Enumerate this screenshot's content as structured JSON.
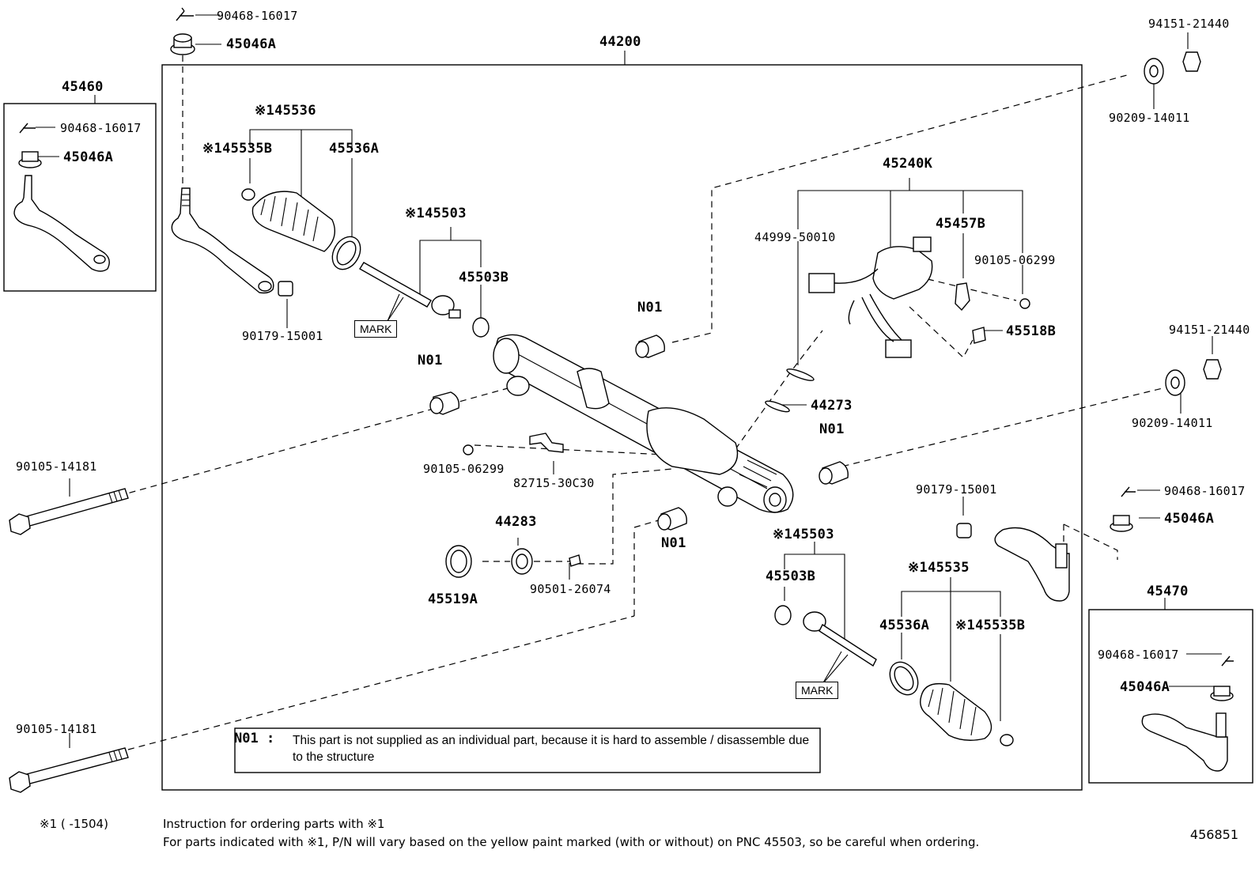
{
  "labels": {
    "main_assembly": "44200",
    "tie_rod_end_lh_box": "45460",
    "tie_rod_end_rh_box": "45470",
    "pin_top": "90468-16017",
    "nut_top": "45046A",
    "pin_box_lh": "90468-16017",
    "nut_box_lh": "45046A",
    "boot_kit_lh": "※145536",
    "clamp_lh": "※145535B",
    "clip_lh": "45536A",
    "rack_end_lh": "※145503",
    "washer_lh": "45503B",
    "bushing_lh": "90179-15001",
    "n01_a": "N01",
    "n01_b": "N01",
    "n01_c": "N01",
    "n01_d": "N01",
    "bolt_lh_upper": "90105-14181",
    "bolt_lh_lower": "90105-14181",
    "bolt_small": "90105-06299",
    "clamp_8271": "82715-30C30",
    "plug_44283": "44283",
    "seal_45519": "45519A",
    "screw_90501": "90501-26074",
    "motor_assembly": "45240K",
    "oring_44999": "44999-50010",
    "bracket_45457": "45457B",
    "screw_90105": "90105-06299",
    "bolt_45518": "45518B",
    "oring_44273": "44273",
    "nut_rh_upper": "94151-21440",
    "washer_rh_upper": "90209-14011",
    "nut_rh_mid": "94151-21440",
    "washer_rh_mid": "90209-14011",
    "bushing_rh": "90179-15001",
    "pin_rh": "90468-16017",
    "nut_rh": "45046A",
    "rack_end_rh": "※145503",
    "washer_rh": "45503B",
    "clip_rh": "45536A",
    "boot_kit_rh": "※145535",
    "clamp_rh": "※145535B",
    "pin_box_rh": "90468-16017",
    "nut_box_rh": "45046A",
    "mark_lh": "MARK",
    "mark_rh": "MARK"
  },
  "note": {
    "code": "N01 :",
    "text": "This part is not supplied as an individual part, because it is hard to assemble / disassemble  due to the structure"
  },
  "footer": {
    "marker": "※1 (      -1504)",
    "line1": "Instruction for ordering parts with ※1",
    "line2": "For parts indicated with ※1, P/N will vary based on the yellow paint marked (with or without) on PNC 45503, so be careful when ordering."
  },
  "figure_number": "456851"
}
